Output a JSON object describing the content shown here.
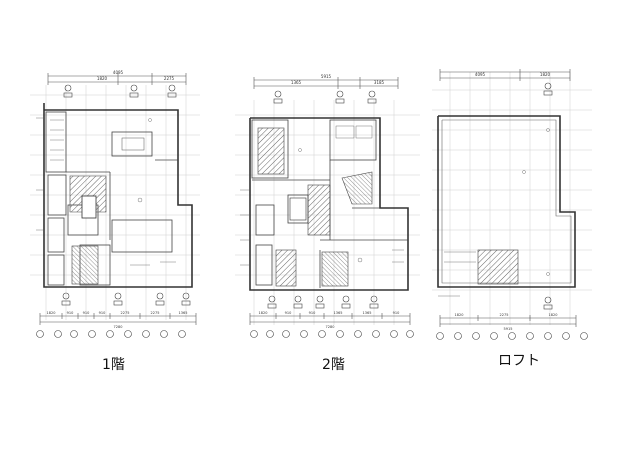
{
  "plans": [
    {
      "caption": "1階",
      "top_dims": [
        "4095",
        "1820",
        "2275"
      ],
      "bottom_dims": [
        "1820",
        "910",
        "910",
        "910",
        "2275",
        "2275",
        "1365"
      ],
      "total_dim": "7280"
    },
    {
      "caption": "2階",
      "top_dims": [
        "5915",
        "1365",
        "3185"
      ],
      "bottom_dims": [
        "1820",
        "910",
        "910",
        "1365",
        "1365",
        "910"
      ],
      "total_dim": "7280"
    },
    {
      "caption": "ロフト",
      "top_dims": [
        "4095",
        "1820"
      ],
      "bottom_dims": [
        "1820",
        "2275",
        "1820"
      ],
      "total_dim": "5915"
    }
  ],
  "colors": {
    "line": "#444444",
    "grid": "#c8c8c8",
    "hatch": "#666666"
  }
}
